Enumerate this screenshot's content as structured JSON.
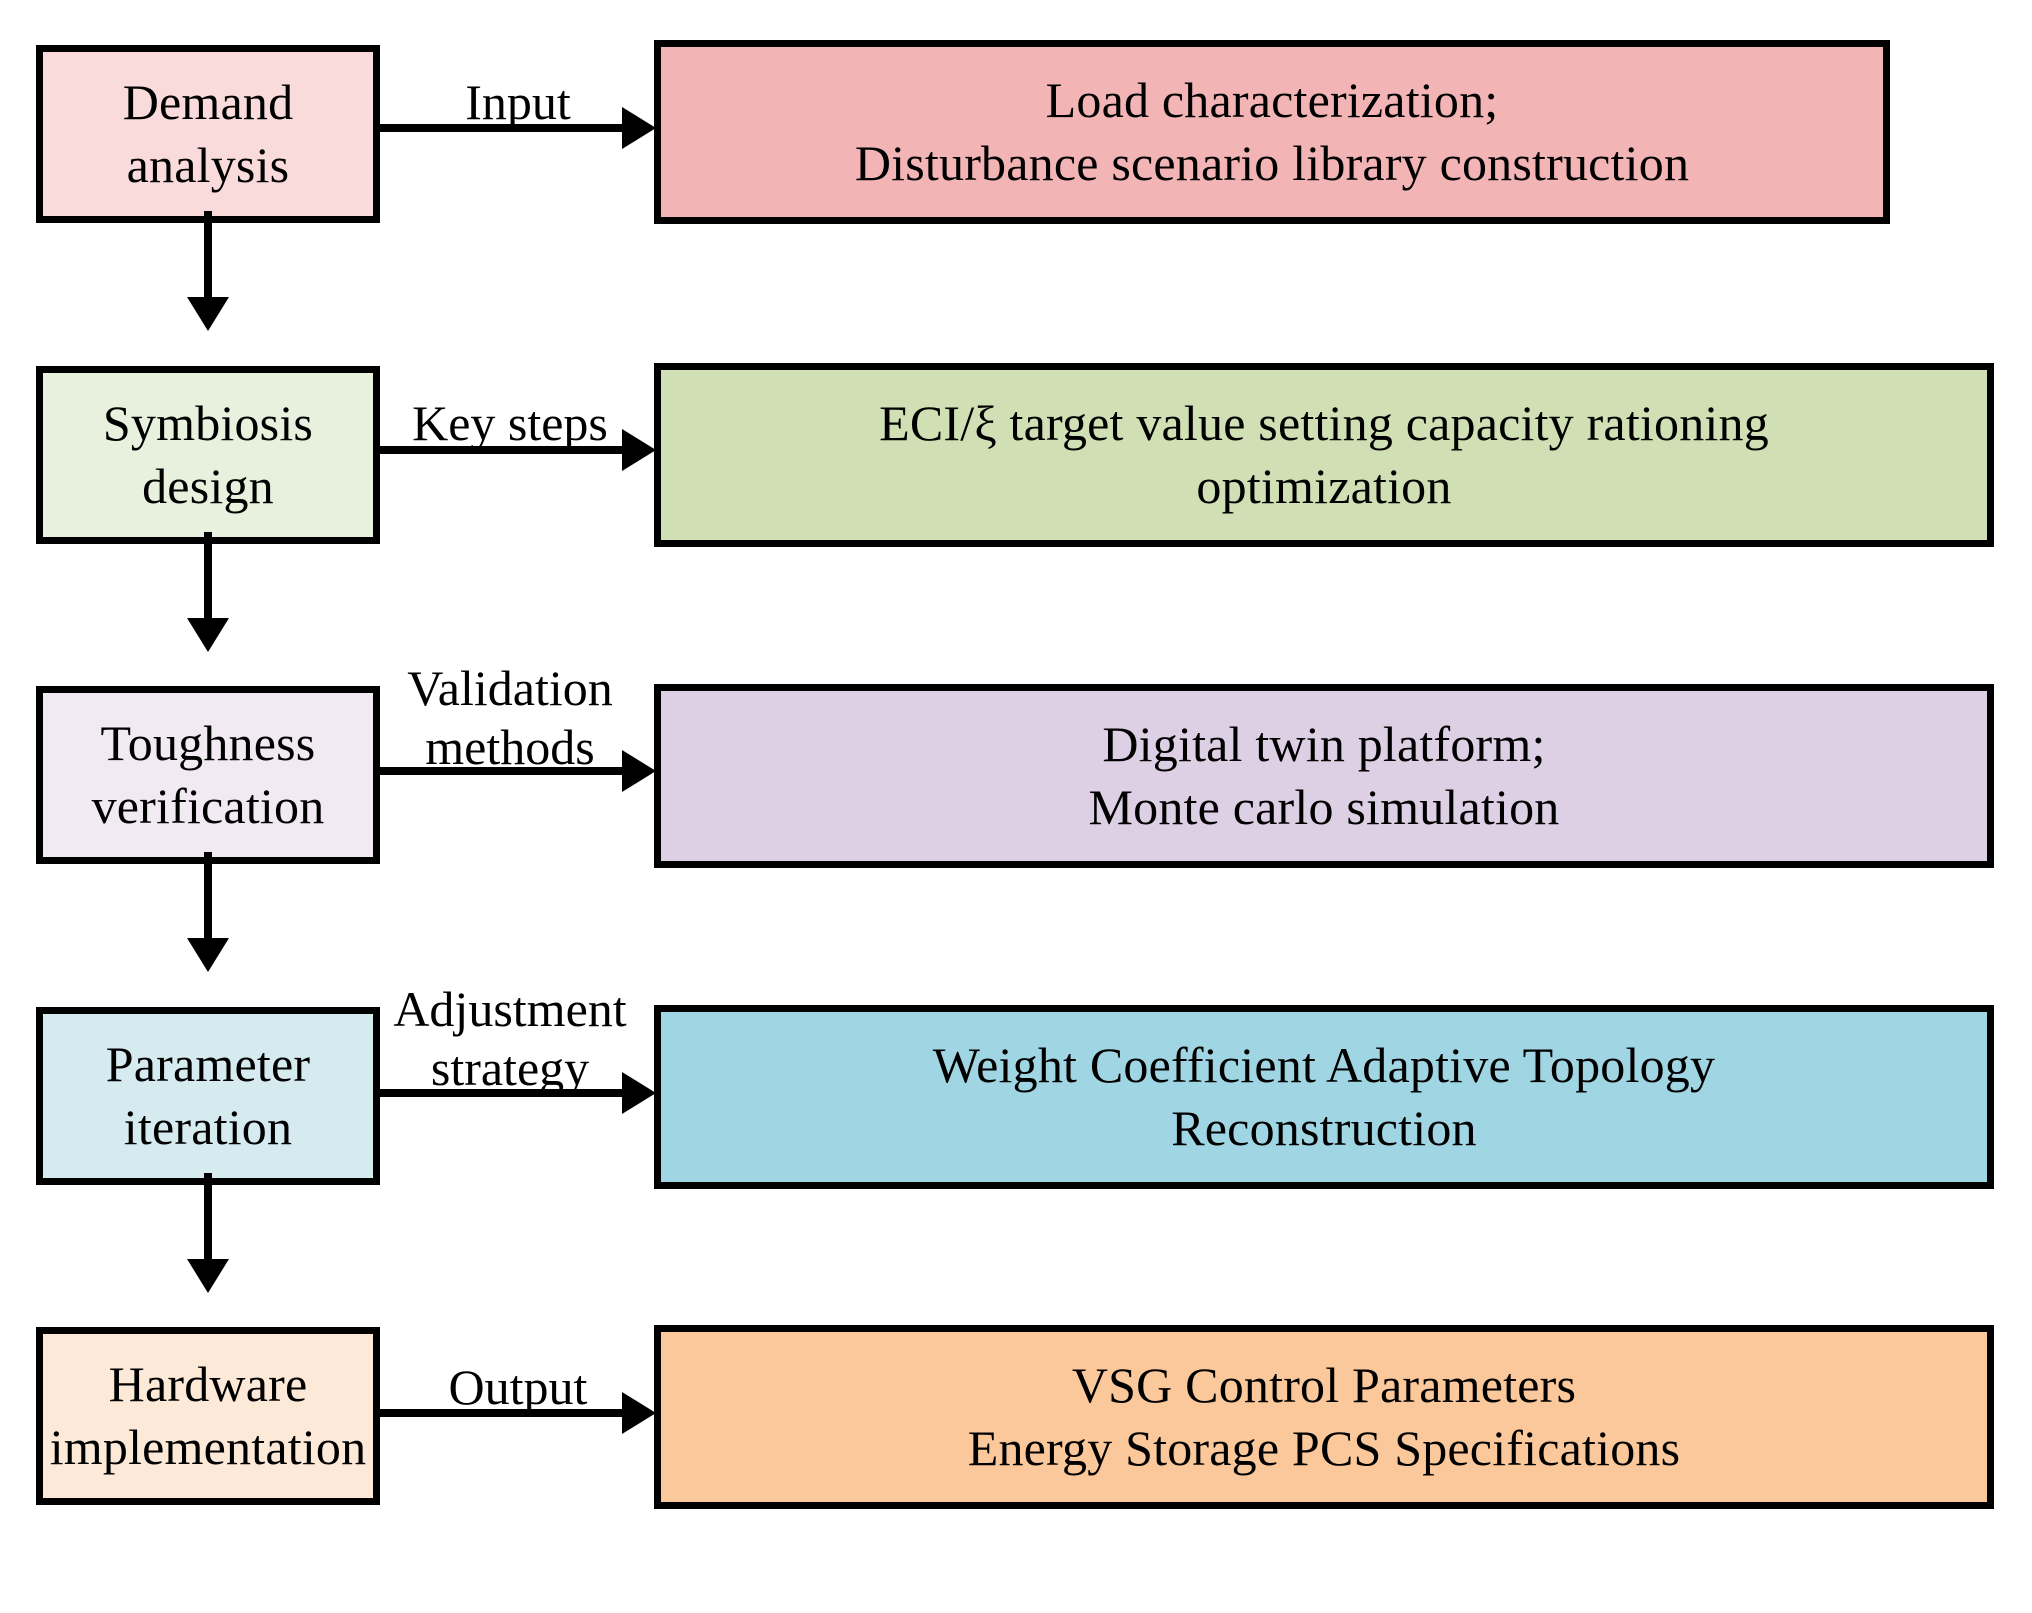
{
  "diagram": {
    "title": "Symbiotic design flowchart",
    "stages": [
      {
        "id": "demand-analysis",
        "left_label": "Demand\nanalysis",
        "edge_label": "Input",
        "right_label": "Load characterization;\nDisturbance scenario library construction",
        "left_color": "#f9dbdb",
        "right_color": "#f2b4b4"
      },
      {
        "id": "symbiosis-design",
        "left_label": "Symbiosis\ndesign",
        "edge_label": "Key steps",
        "right_label": "ECI/ξ target value setting capacity rationing\noptimization",
        "left_color": "#e8f0de",
        "right_color": "#d0dfb4"
      },
      {
        "id": "toughness-verification",
        "left_label": "Toughness\nverification",
        "edge_label": "Validation\nmethods",
        "right_label": "Digital twin platform;\nMonte carlo simulation",
        "left_color": "#f1eaf3",
        "right_color": "#ded0e4"
      },
      {
        "id": "parameter-iteration",
        "left_label": "Parameter\niteration",
        "edge_label": "Adjustment\nstrategy",
        "right_label": "Weight Coefficient Adaptive Topology\nReconstruction",
        "left_color": "#d5ebf0",
        "right_color": "#a0d6e3"
      },
      {
        "id": "hardware-implementation",
        "left_label": "Hardware\nimplementation",
        "edge_label": "Output",
        "right_label": "VSG Control Parameters\nEnergy Storage PCS Specifications",
        "left_color": "#fde9d7",
        "right_color": "#fbc89b"
      }
    ],
    "colors": {
      "stroke": "#000000",
      "background": "#ffffff"
    }
  }
}
